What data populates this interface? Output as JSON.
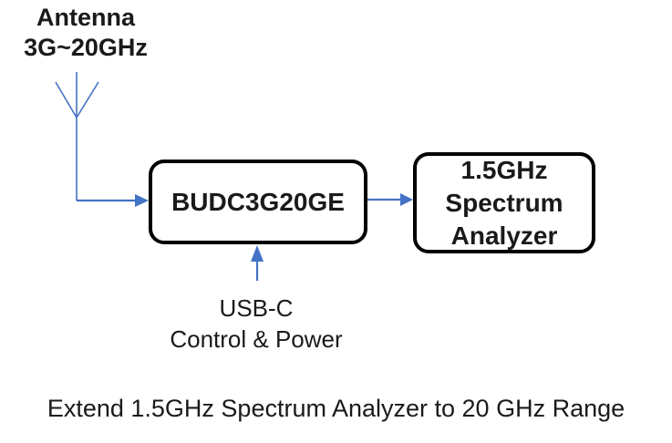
{
  "diagram": {
    "antenna": {
      "line1": "Antenna",
      "line2": "3G~20GHz"
    },
    "blocks": {
      "budc": {
        "label": "BUDC3G20GE"
      },
      "analyzer": {
        "line1": "1.5GHz",
        "line2": "Spectrum",
        "line3": "Analyzer"
      }
    },
    "usb": {
      "line1": "USB-C",
      "line2": "Control & Power"
    },
    "caption": "Extend 1.5GHz Spectrum Analyzer to 20 GHz Range",
    "colors": {
      "connector_blue": "#4472C4",
      "box_border": "#000000",
      "background": "#FFFFFF",
      "text": "#1A1A1A"
    },
    "icons": {
      "antenna": "antenna-symbol"
    }
  }
}
